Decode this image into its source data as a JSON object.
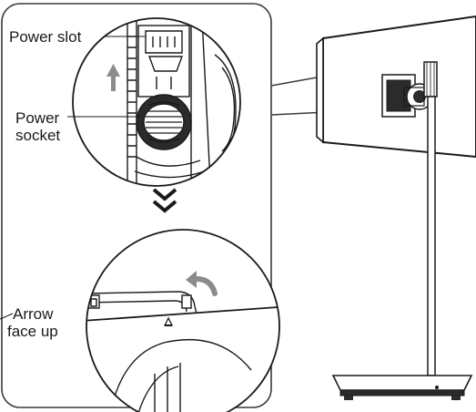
{
  "labels": {
    "power_slot": "Power slot",
    "power_socket_line1": "Power",
    "power_socket_line2": "socket",
    "arrow_line1": "Arrow",
    "arrow_line2": "face up"
  },
  "colors": {
    "stroke": "#1a1a1a",
    "panel_border": "#3a3a3a",
    "socket_fill": "#2b2b2b",
    "arrow_gray": "#8c8c8c"
  }
}
